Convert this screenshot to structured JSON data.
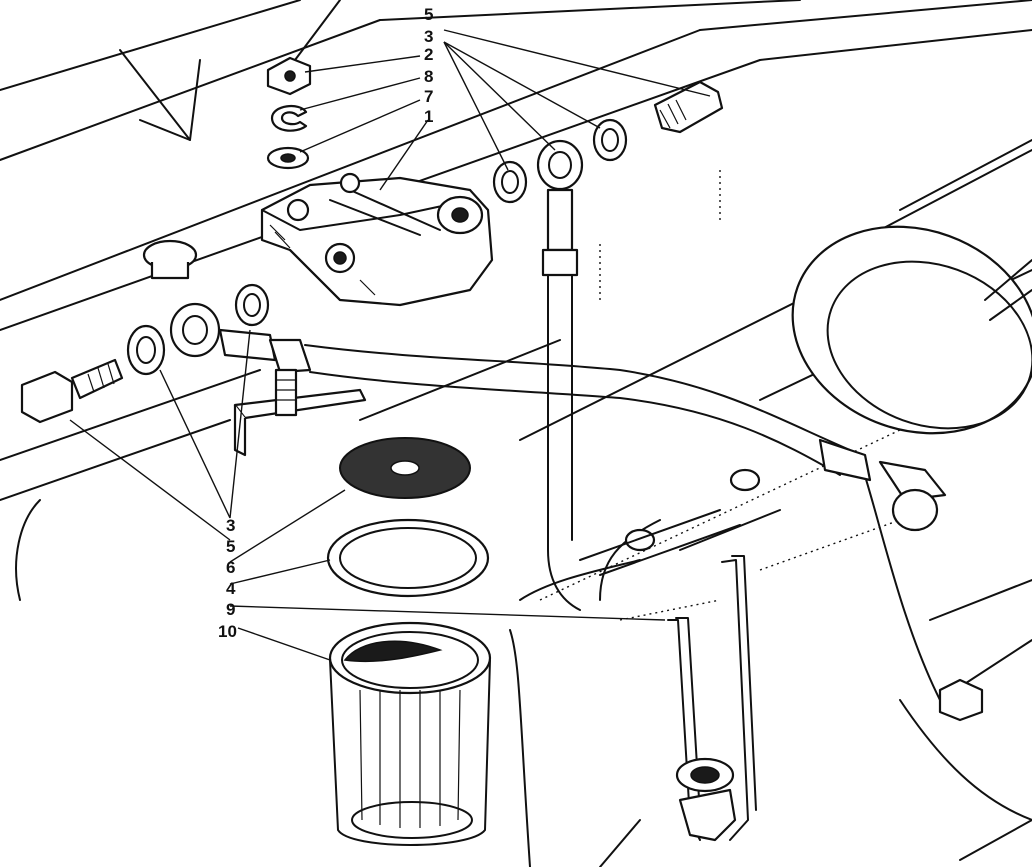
{
  "diagram": {
    "callouts_top": [
      "5",
      "3",
      "2",
      "8",
      "7",
      "1"
    ],
    "callouts_bottom": [
      "3",
      "5",
      "6",
      "4",
      "9",
      "10"
    ]
  }
}
